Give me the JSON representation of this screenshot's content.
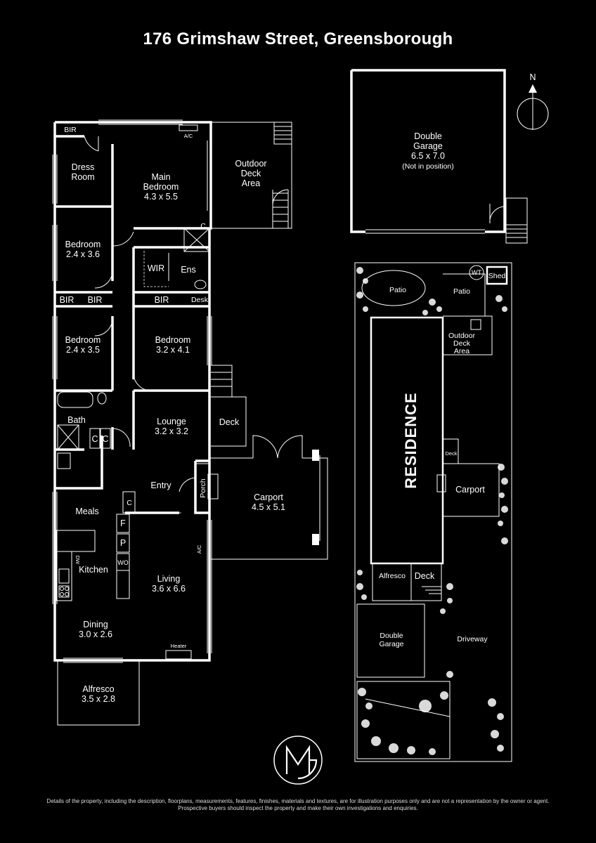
{
  "title": "176 Grimshaw Street, Greensborough",
  "ground_floor": {
    "bir_top": "BIR",
    "dress_room": [
      "Dress",
      "Room"
    ],
    "main_bedroom": [
      "Main",
      "Bedroom",
      "4.3 x 5.5"
    ],
    "ac_top": "A/C",
    "outdoor_deck": [
      "Outdoor",
      "Deck",
      "Area"
    ],
    "c_stack": "C",
    "bedroom_a": [
      "Bedroom",
      "2.4 x 3.6"
    ],
    "wir": "WIR",
    "ens": "Ens",
    "bir_left_1": "BIR",
    "bir_left_2": "BIR",
    "bir_mid": "BIR",
    "desk": "Desk",
    "bedroom_b": [
      "Bedroom",
      "2.4 x 3.5"
    ],
    "bedroom_c": [
      "Bedroom",
      "3.2 x 4.1"
    ],
    "bath": "Bath",
    "c1": "C",
    "c2": "C",
    "lounge": [
      "Lounge",
      "3.2 x 3.2"
    ],
    "deck": "Deck",
    "entry": "Entry",
    "porch": "Porch",
    "carport": [
      "Carport",
      "4.5 x 5.1"
    ],
    "c_pantry": "C",
    "f": "F",
    "p": "P",
    "wo": "WO",
    "meals": "Meals",
    "dw": "DW",
    "kitchen": "Kitchen",
    "ac_living": "A/C",
    "living": [
      "Living",
      "3.6 x 6.6"
    ],
    "dining": [
      "Dining",
      "3.0 x 2.6"
    ],
    "heater": "Heater",
    "alfresco": [
      "Alfresco",
      "3.5 x 2.8"
    ]
  },
  "garage_plan": {
    "label": [
      "Double",
      "Garage",
      "6.5 x 7.0",
      "(Not in position)"
    ]
  },
  "compass": {
    "north": "N"
  },
  "site_plan": {
    "wt": "WT",
    "shed": "Shed",
    "patio_1": "Patio",
    "patio_2": "Patio",
    "outdoor_deck": [
      "Outdoor",
      "Deck",
      "Area"
    ],
    "residence": "RESIDENCE",
    "deck_small": "Deck",
    "carport": "Carport",
    "alfresco": "Alfresco",
    "deck": "Deck",
    "double_garage": [
      "Double",
      "Garage"
    ],
    "driveway": "Driveway"
  },
  "logo": {
    "letters": "MG"
  },
  "disclaimer": [
    "Details of the property, including the description, floorplans, measurements, features, finishes, materials and textures, are for illustration purposes only and are not a representation by the owner or agent.",
    "Prospective buyers should inspect the property and make their own investigations and enquiries."
  ]
}
